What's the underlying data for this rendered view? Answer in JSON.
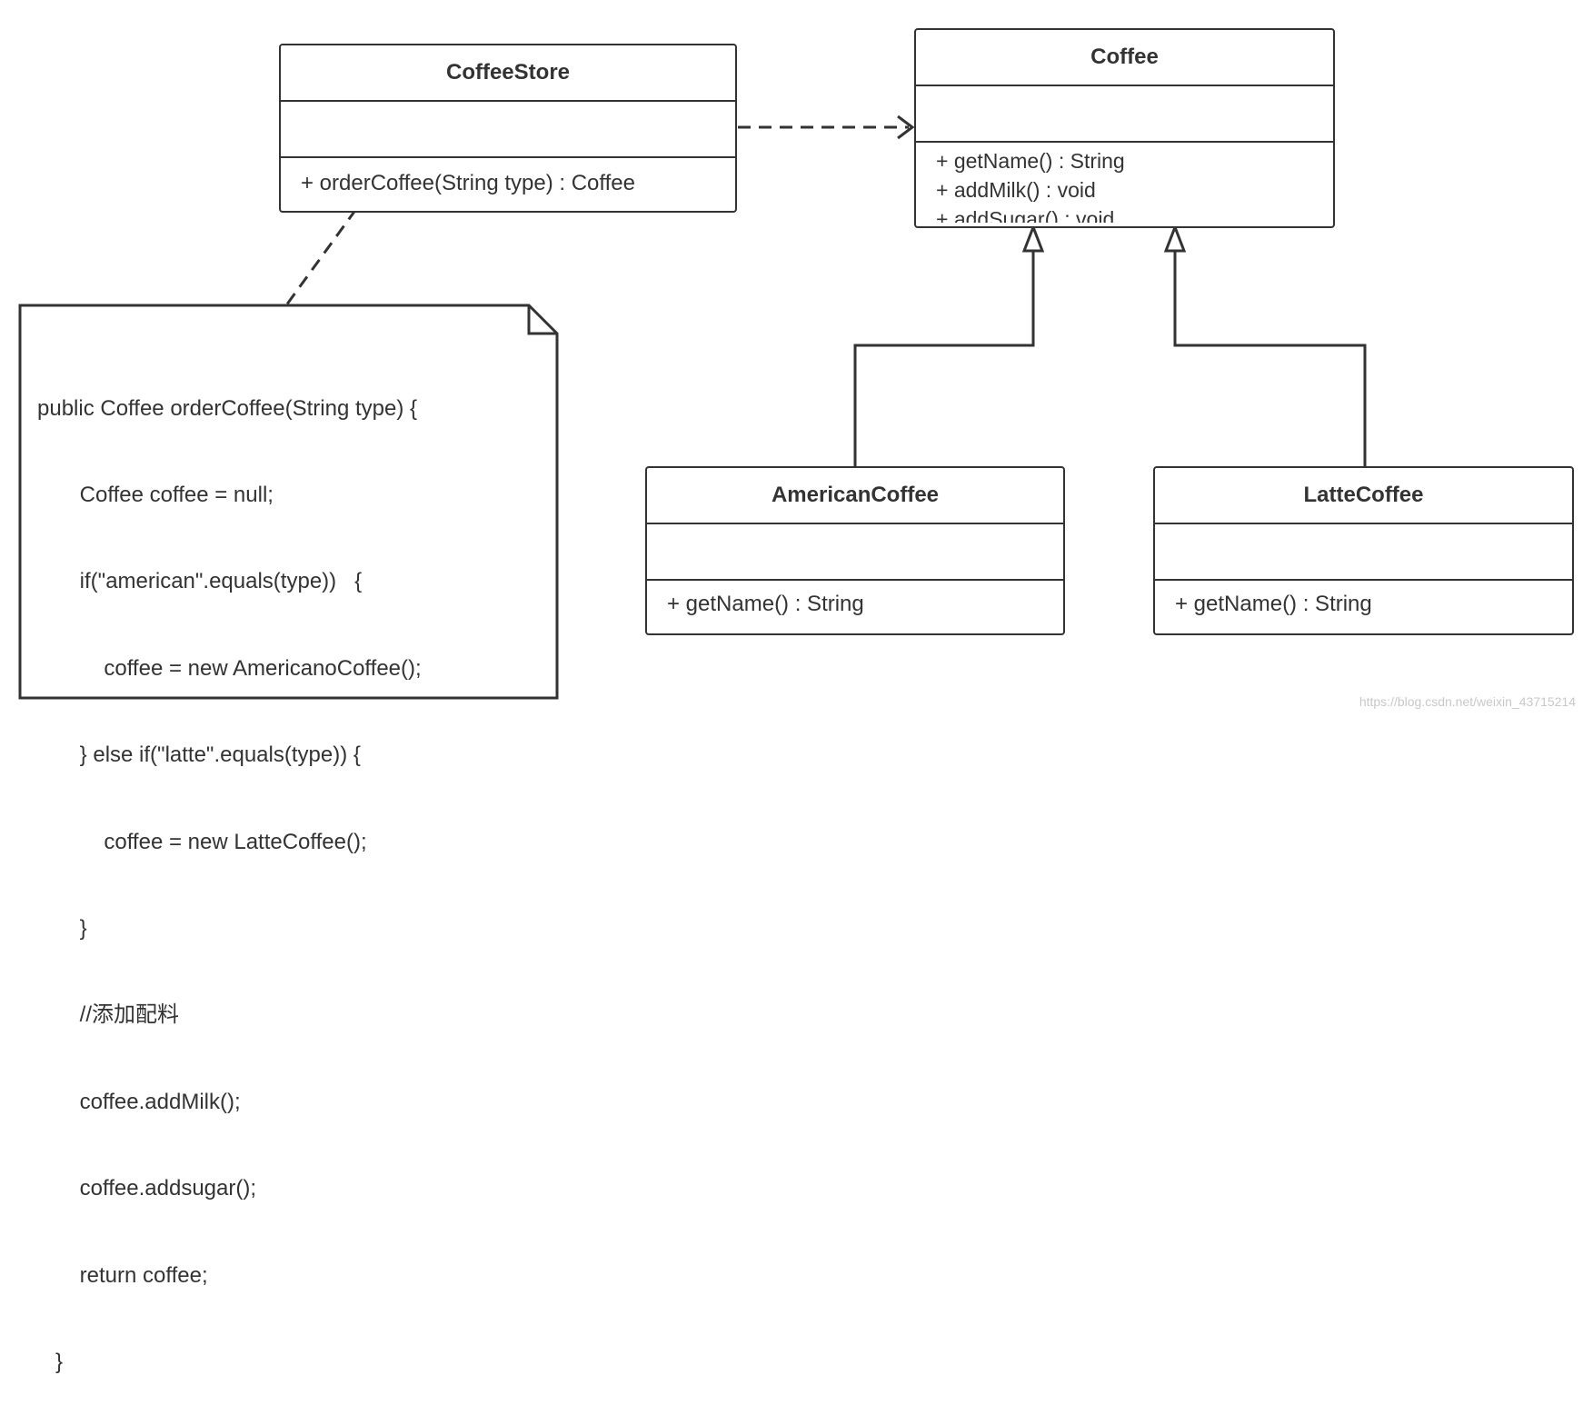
{
  "classes": {
    "coffee_store": {
      "name": "CoffeeStore",
      "operations": [
        "+ orderCoffee(String type) : Coffee"
      ]
    },
    "coffee": {
      "name": "Coffee",
      "operations": [
        "+ getName() : String",
        "+ addMilk() : void",
        "+ addSugar() : void"
      ]
    },
    "american_coffee": {
      "name": "AmericanCoffee",
      "operations": [
        "+ getName() : String"
      ]
    },
    "latte_coffee": {
      "name": "LatteCoffee",
      "operations": [
        "+ getName() : String"
      ]
    }
  },
  "note": {
    "lines": [
      "public Coffee orderCoffee(String type) {",
      "       Coffee coffee = null;",
      "       if(\"american\".equals(type))   {",
      "           coffee = new AmericanoCoffee();",
      "       } else if(\"latte\".equals(type)) {",
      "           coffee = new LatteCoffee();",
      "       }",
      "       //添加配料",
      "       coffee.addMilk();",
      "       coffee.addsugar();",
      "       return coffee;",
      "   }"
    ]
  },
  "relationships": [
    {
      "type": "dependency",
      "from": "CoffeeStore",
      "to": "Coffee"
    },
    {
      "type": "generalization",
      "from": "AmericanCoffee",
      "to": "Coffee"
    },
    {
      "type": "generalization",
      "from": "LatteCoffee",
      "to": "Coffee"
    },
    {
      "type": "note-attachment",
      "from": "note",
      "to": "CoffeeStore"
    }
  ],
  "watermark": "https://blog.csdn.net/weixin_43715214",
  "colors": {
    "line": "#333333",
    "background": "#ffffff",
    "watermark": "#c8c8c8"
  }
}
